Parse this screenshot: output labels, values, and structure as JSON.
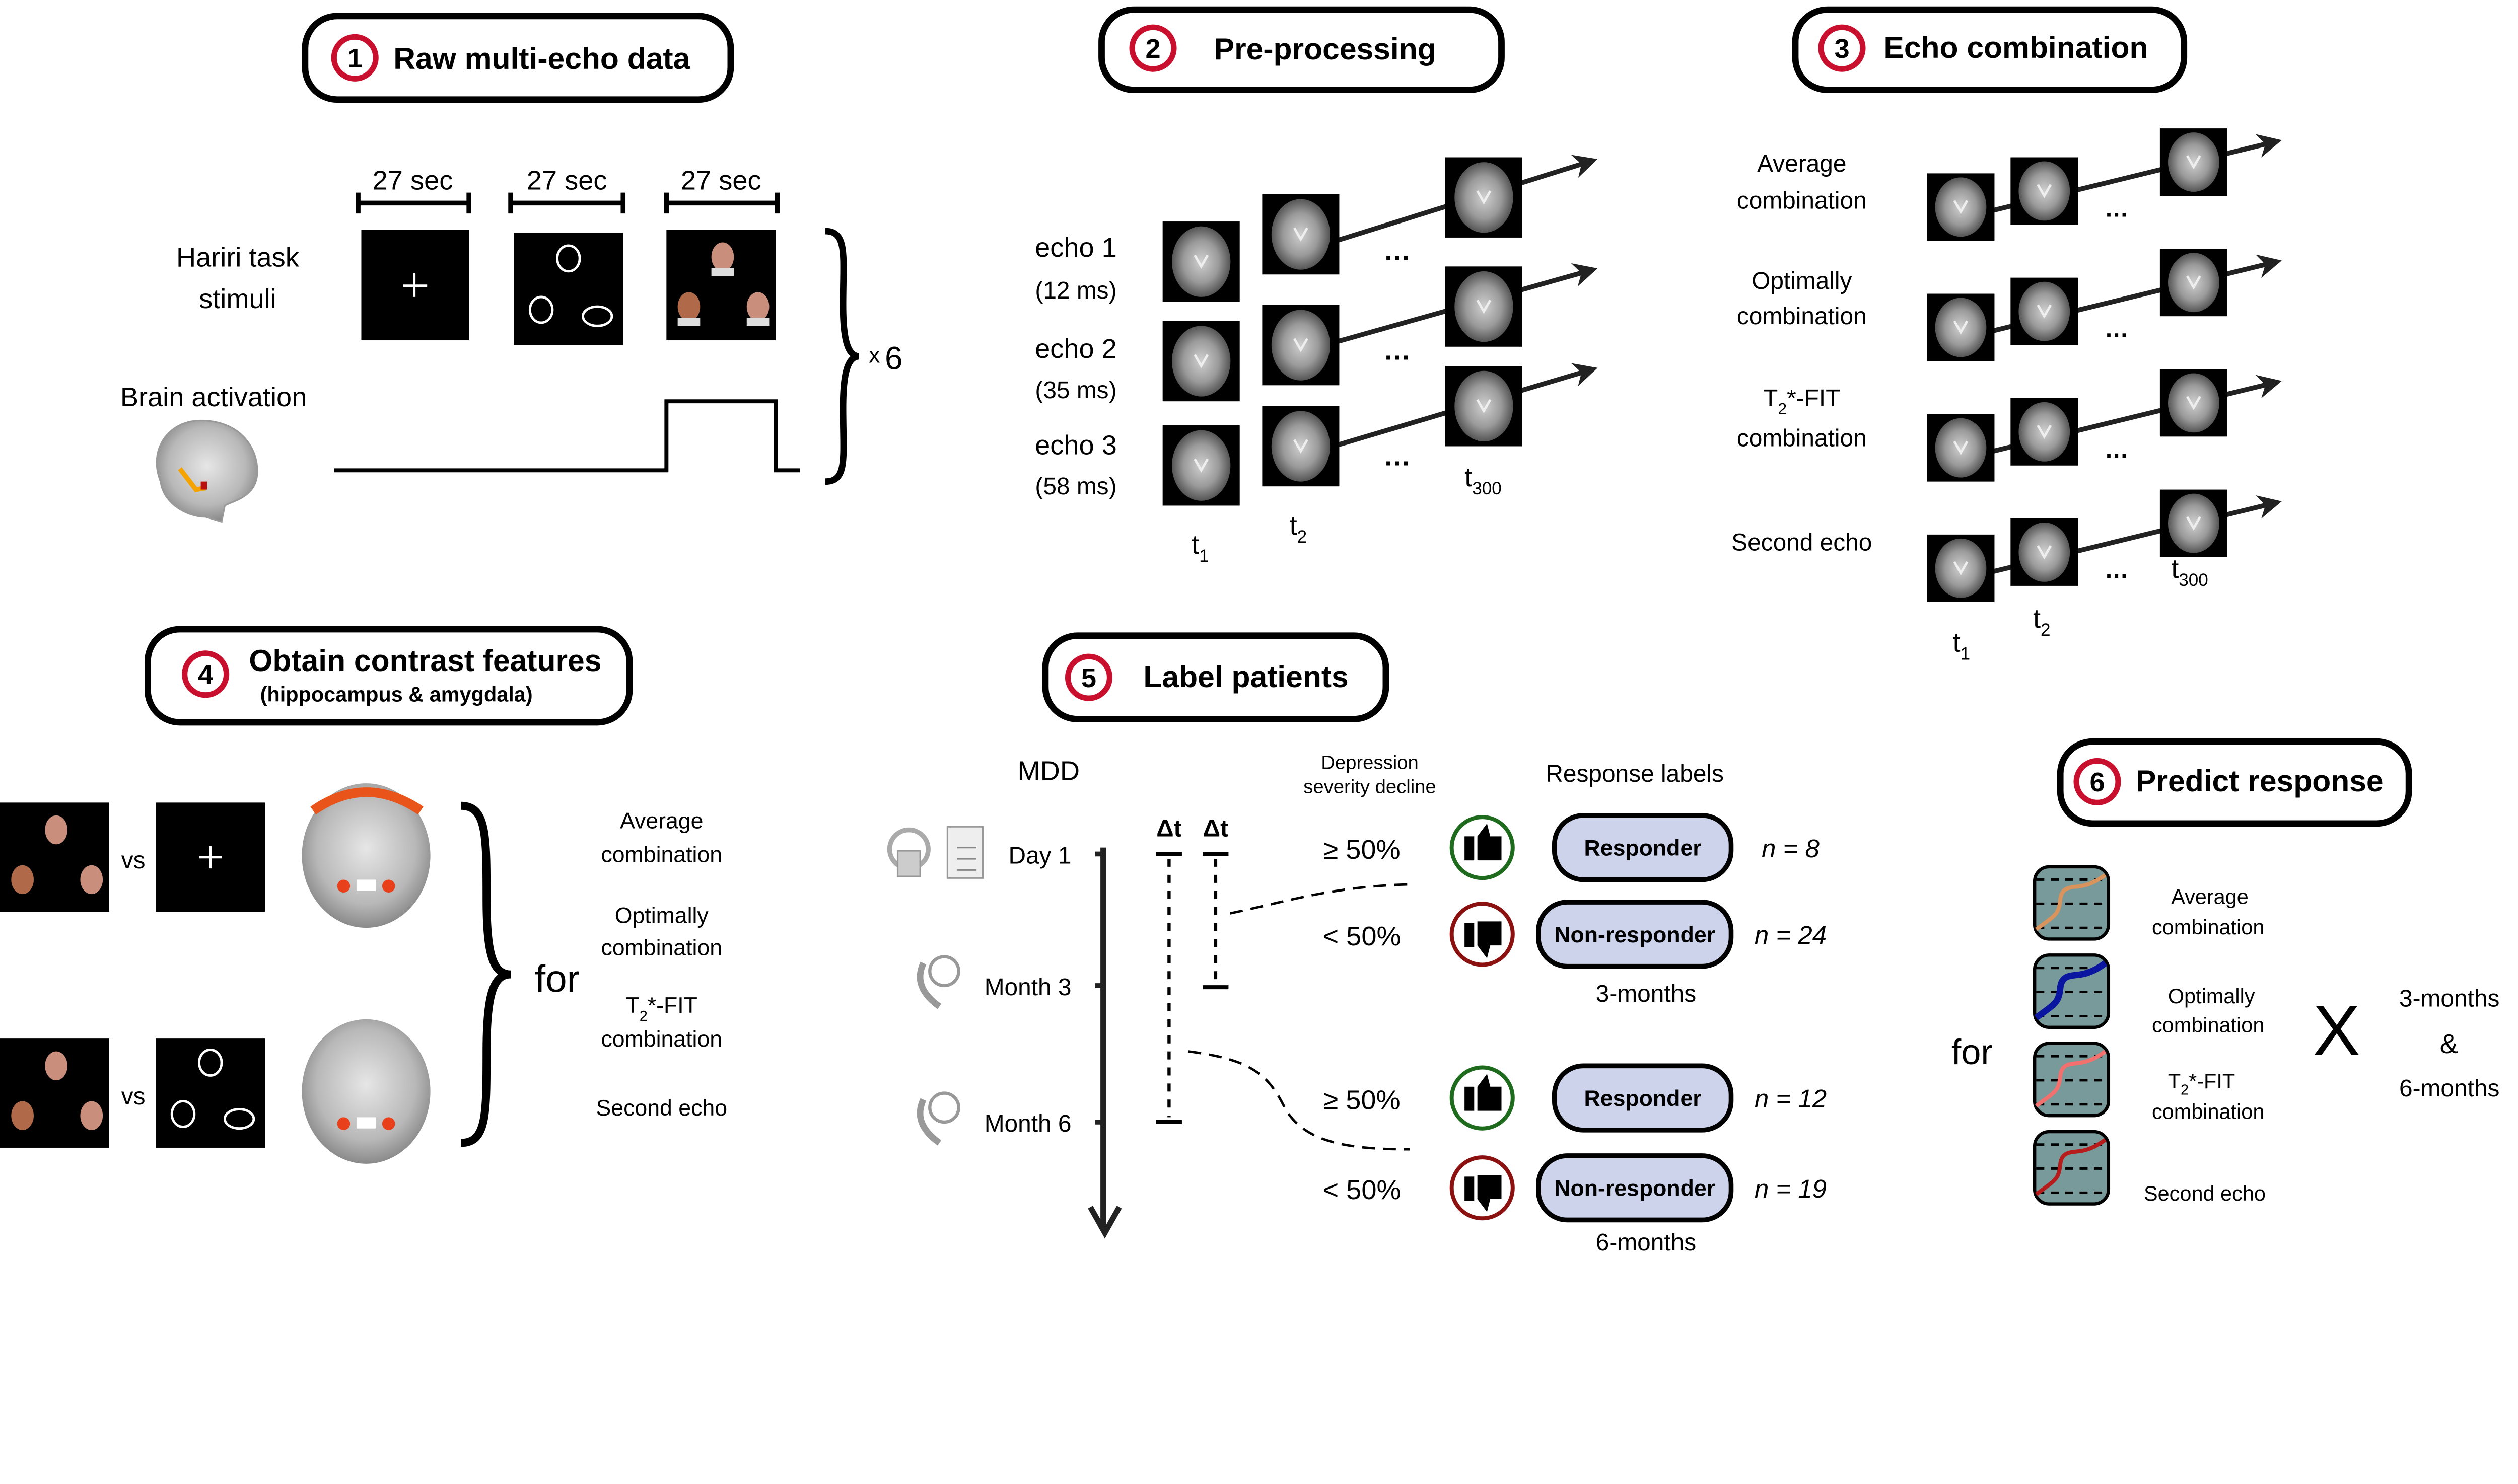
{
  "colors": {
    "step_ring": "#c8102e",
    "badge_fill": "#ccd3ea",
    "thumb_up_ring": "#1e6b1e",
    "thumb_down_ring": "#8b1111",
    "model_box": "#799a9a",
    "average": "#d9935c",
    "optimal": "#0b16a0",
    "t2fit": "#f2706d",
    "second_echo": "#b71c1c",
    "activation_orange": "#f5a300",
    "activation_red": "#b80f0f"
  },
  "step1": {
    "number": "1",
    "title": "Raw multi-echo data",
    "block_durations": [
      "27 sec",
      "27 sec",
      "27 sec"
    ],
    "stimuli_label_line1": "Hariri task",
    "stimuli_label_line2": "stimuli",
    "activation_label": "Brain activation",
    "repeat_x": "x",
    "repeat_n": "6"
  },
  "step2": {
    "number": "2",
    "title": "Pre-processing",
    "echoes": [
      {
        "name": "echo 1",
        "te": "(12 ms)"
      },
      {
        "name": "echo 2",
        "te": "(35 ms)"
      },
      {
        "name": "echo 3",
        "te": "(58 ms)"
      }
    ],
    "ellipsis": "…",
    "time_labels": [
      {
        "base": "t",
        "sub": "1"
      },
      {
        "base": "t",
        "sub": "2"
      },
      {
        "base": "t",
        "sub": "300"
      }
    ]
  },
  "step3": {
    "number": "3",
    "title": "Echo combination",
    "methods": [
      {
        "line1": "Average",
        "line2": "combination"
      },
      {
        "line1": "Optimally",
        "line2": "combination"
      },
      {
        "base": "T",
        "sub": "2",
        "rest": "*-FIT",
        "line2": "combination"
      },
      {
        "line1": "Second echo"
      }
    ],
    "ellipsis": "…",
    "time_labels": [
      {
        "base": "t",
        "sub": "1"
      },
      {
        "base": "t",
        "sub": "2"
      },
      {
        "base": "t",
        "sub": "300"
      }
    ]
  },
  "step4": {
    "number": "4",
    "title": "Obtain contrast features",
    "subtitle": "(hippocampus & amygdala)",
    "vs": "vs",
    "for": "for",
    "methods": [
      {
        "line1": "Average",
        "line2": "combination"
      },
      {
        "line1": "Optimally",
        "line2": "combination"
      },
      {
        "base": "T",
        "sub": "2",
        "rest": "*-FIT",
        "line2": "combination"
      },
      {
        "line1": "Second echo"
      }
    ]
  },
  "step5": {
    "number": "5",
    "title": "Label patients",
    "cohort": "MDD",
    "severity_header_line1": "Depression",
    "severity_header_line2": "severity decline",
    "labels_header": "Response labels",
    "timepoints": [
      "Day 1",
      "Month 3",
      "Month 6"
    ],
    "delta": [
      "Δt",
      "Δt"
    ],
    "groups": [
      {
        "period": "3-months",
        "rows": [
          {
            "threshold": "≥ 50%",
            "label": "Responder",
            "thumb": "thumbs-up",
            "n": "n = 8"
          },
          {
            "threshold": "< 50%",
            "label": "Non-responder",
            "thumb": "thumbs-down",
            "n": "n = 24"
          }
        ]
      },
      {
        "period": "6-months",
        "rows": [
          {
            "threshold": "≥ 50%",
            "label": "Responder",
            "thumb": "thumbs-up",
            "n": "n = 12"
          },
          {
            "threshold": "< 50%",
            "label": "Non-responder",
            "thumb": "thumbs-down",
            "n": "n = 19"
          }
        ]
      }
    ]
  },
  "step6": {
    "number": "6",
    "title": "Predict response",
    "for": "for",
    "models": [
      {
        "line1": "Average",
        "line2": "combination"
      },
      {
        "line1": "Optimally",
        "line2": "combination"
      },
      {
        "base": "T",
        "sub": "2",
        "rest": "*-FIT",
        "line2": "combination"
      },
      {
        "line1": "Second echo"
      }
    ],
    "cross": "X",
    "horizons": [
      "3-months",
      "&",
      "6-months"
    ]
  }
}
